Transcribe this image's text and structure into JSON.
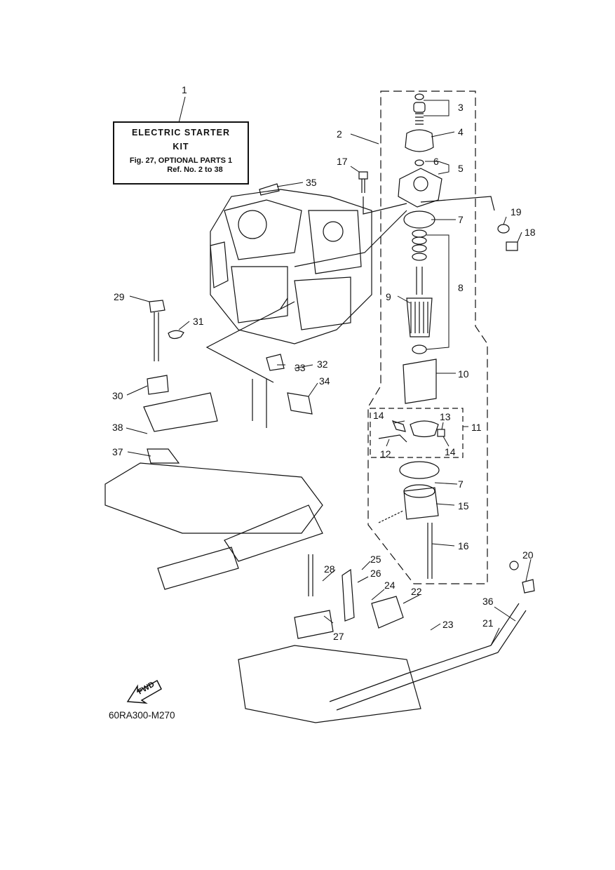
{
  "kit": {
    "ref": "1",
    "line1": "ELECTRIC  STARTER",
    "line2": "KIT",
    "line3": "Fig. 27, OPTIONAL PARTS 1",
    "line4": "Ref. No. 2 to 38"
  },
  "diagram_code": "60RA300-M270",
  "direction_label": "FWD",
  "callouts": [
    "2",
    "3",
    "4",
    "5",
    "6",
    "7",
    "8",
    "9",
    "10",
    "11",
    "12",
    "13",
    "14",
    "14",
    "15",
    "16",
    "17",
    "18",
    "19",
    "20",
    "21",
    "22",
    "23",
    "24",
    "25",
    "26",
    "27",
    "28",
    "29",
    "30",
    "31",
    "32",
    "33",
    "34",
    "35",
    "36",
    "37",
    "38",
    "7"
  ]
}
